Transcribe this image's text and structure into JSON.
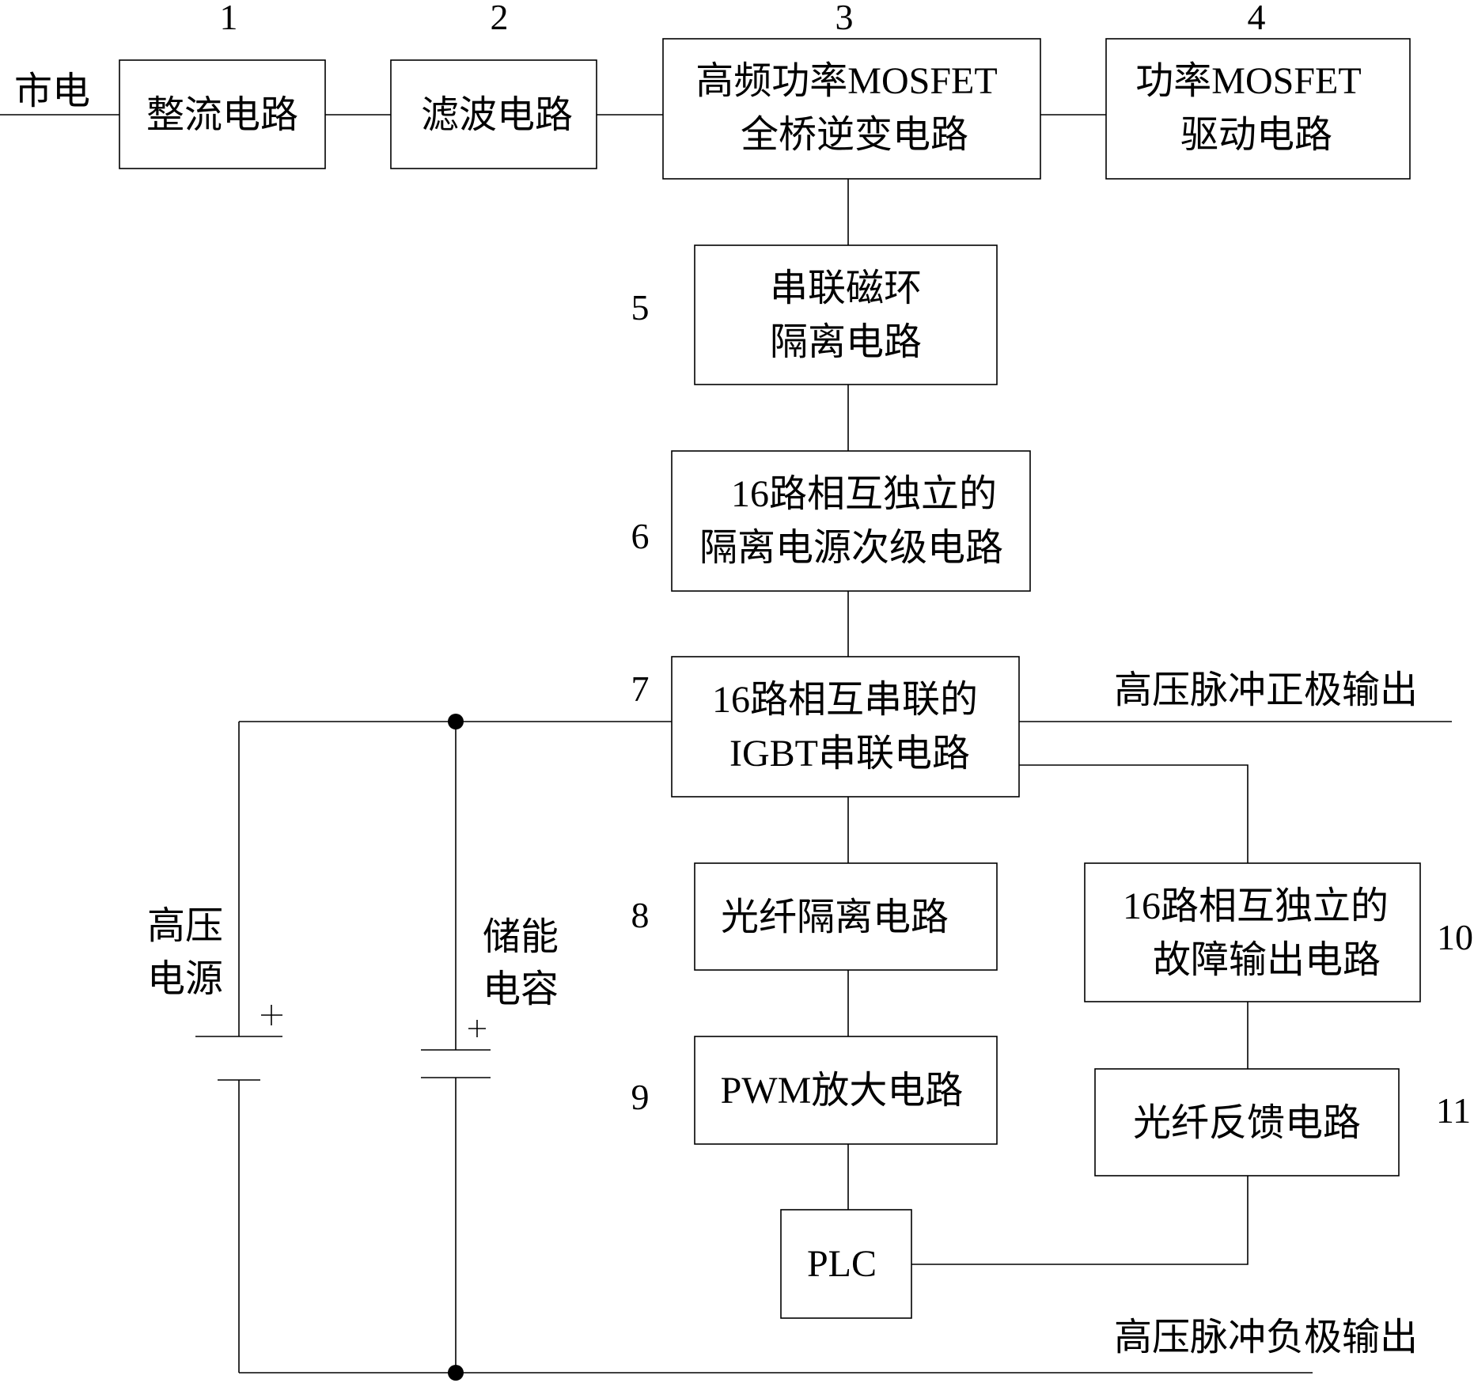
{
  "diagram": {
    "type": "block-diagram",
    "title": "",
    "input_label": "市电",
    "blocks": [
      {
        "id": "1",
        "number": "1",
        "lines": [
          "整流电路"
        ]
      },
      {
        "id": "2",
        "number": "2",
        "lines": [
          "滤波电路"
        ]
      },
      {
        "id": "3",
        "number": "3",
        "lines": [
          "高频功率MOSFET",
          "全桥逆变电路"
        ]
      },
      {
        "id": "4",
        "number": "4",
        "lines": [
          "功率MOSFET",
          "驱动电路"
        ]
      },
      {
        "id": "5",
        "number": "5",
        "lines": [
          "串联磁环",
          "隔离电路"
        ]
      },
      {
        "id": "6",
        "number": "6",
        "lines": [
          "16路相互独立的",
          "隔离电源次级电路"
        ]
      },
      {
        "id": "7",
        "number": "7",
        "lines": [
          "16路相互串联的",
          "IGBT串联电路"
        ]
      },
      {
        "id": "8",
        "number": "8",
        "lines": [
          "光纤隔离电路"
        ]
      },
      {
        "id": "9",
        "number": "9",
        "lines": [
          "PWM放大电路"
        ]
      },
      {
        "id": "10",
        "number": "10",
        "lines": [
          "16路相互独立的",
          "故障输出电路"
        ]
      },
      {
        "id": "11",
        "number": "11",
        "lines": [
          "光纤反馈电路"
        ]
      },
      {
        "id": "plc",
        "number": "",
        "lines": [
          "PLC"
        ]
      }
    ],
    "components": {
      "hv_source": {
        "label_lines": [
          "高压",
          "电源"
        ],
        "polarity": "+"
      },
      "storage_cap": {
        "label_lines": [
          "储能",
          "电容"
        ],
        "polarity": "+"
      }
    },
    "outputs": {
      "positive": "高压脉冲正极输出",
      "negative": "高压脉冲负极输出"
    },
    "connections": [
      [
        "市电",
        "1"
      ],
      [
        "1",
        "2"
      ],
      [
        "2",
        "3"
      ],
      [
        "3",
        "4"
      ],
      [
        "3",
        "5"
      ],
      [
        "5",
        "6"
      ],
      [
        "6",
        "7"
      ],
      [
        "7",
        "8"
      ],
      [
        "8",
        "9"
      ],
      [
        "9",
        "plc"
      ],
      [
        "7",
        "10"
      ],
      [
        "10",
        "11"
      ],
      [
        "11",
        "plc"
      ],
      [
        "hv_source",
        "7"
      ],
      [
        "storage_cap",
        "7"
      ],
      [
        "7",
        "positive"
      ]
    ]
  }
}
